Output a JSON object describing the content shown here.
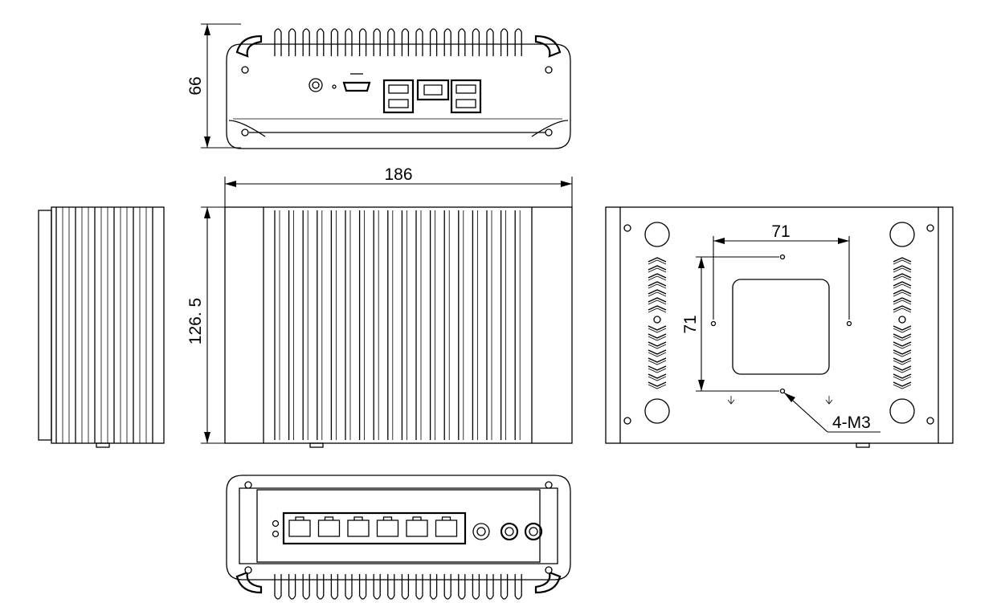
{
  "dimensions": {
    "front_height": "66",
    "width": "186",
    "depth": "126. 5",
    "mount_horizontal": "71",
    "mount_vertical": "71",
    "mount_screw": "4-M3"
  },
  "views": [
    {
      "id": "front-view"
    },
    {
      "id": "side-view"
    },
    {
      "id": "top-view"
    },
    {
      "id": "bottom-view"
    },
    {
      "id": "rear-view"
    }
  ],
  "colors": {
    "line": "#000000",
    "background": "#ffffff"
  }
}
